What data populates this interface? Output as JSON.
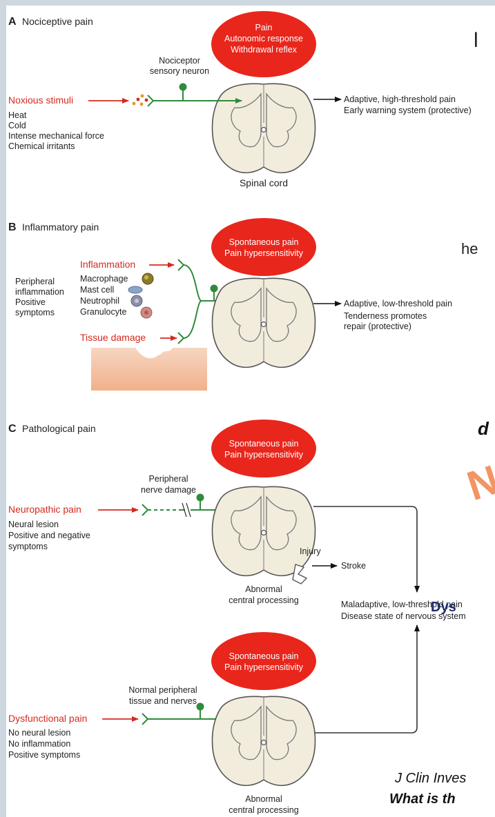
{
  "slide_overlay": {
    "letter_l": "l",
    "he": "he",
    "d": "d",
    "n": "N",
    "dys": "Dys",
    "citation": "J Clin Inves",
    "question": "What is th"
  },
  "panel_a": {
    "letter": "A",
    "title": "Nociceptive pain",
    "brain_response": [
      "Pain",
      "Autonomic response",
      "Withdrawal reflex"
    ],
    "neuron_label": [
      "Nociceptor",
      "sensory neuron"
    ],
    "stimulus": "Noxious stimuli",
    "stimulus_items": [
      "Heat",
      "Cold",
      "Intense mechanical force",
      "Chemical irritants"
    ],
    "structure_label": "Spinal cord",
    "outcome": [
      "Adaptive, high-threshold pain",
      "Early warning system (protective)"
    ]
  },
  "panel_b": {
    "letter": "B",
    "title": "Inflammatory pain",
    "brain_response": [
      "Spontaneous pain",
      "Pain hypersensitivity"
    ],
    "side_label": [
      "Peripheral",
      "inflammation",
      "Positive",
      "symptoms"
    ],
    "inflammation": "Inflammation",
    "cells": [
      "Macrophage",
      "Mast cell",
      "Neutrophil",
      "Granulocyte"
    ],
    "tissue": "Tissue damage",
    "outcome": [
      "Adaptive, low-threshold pain",
      "Tenderness promotes",
      "repair (protective)"
    ]
  },
  "panel_c": {
    "letter": "C",
    "title": "Pathological pain",
    "brain_response_1": [
      "Spontaneous pain",
      "Pain hypersensitivity"
    ],
    "damage_label": [
      "Peripheral",
      "nerve damage"
    ],
    "neuropathic": "Neuropathic pain",
    "neuropathic_items": [
      "Neural lesion",
      "Positive and negative",
      "symptoms"
    ],
    "injury": "Injury",
    "stroke": "Stroke",
    "central_1": [
      "Abnormal",
      "central processing"
    ],
    "outcome": [
      "Maladaptive, low-threshold pain",
      "Disease state of nervous system"
    ],
    "brain_response_2": [
      "Spontaneous pain",
      "Pain hypersensitivity"
    ],
    "normal_label": [
      "Normal peripheral",
      "tissue and nerves"
    ],
    "dysfunctional": "Dysfunctional pain",
    "dysfunctional_items": [
      "No neural lesion",
      "No inflammation",
      "Positive symptoms"
    ],
    "central_2": [
      "Abnormal",
      "central processing"
    ]
  },
  "colors": {
    "red": "#d42a1f",
    "ellipse": "#e8261c",
    "green": "#2e8b3c",
    "cord_fill": "#f1ecdc"
  }
}
